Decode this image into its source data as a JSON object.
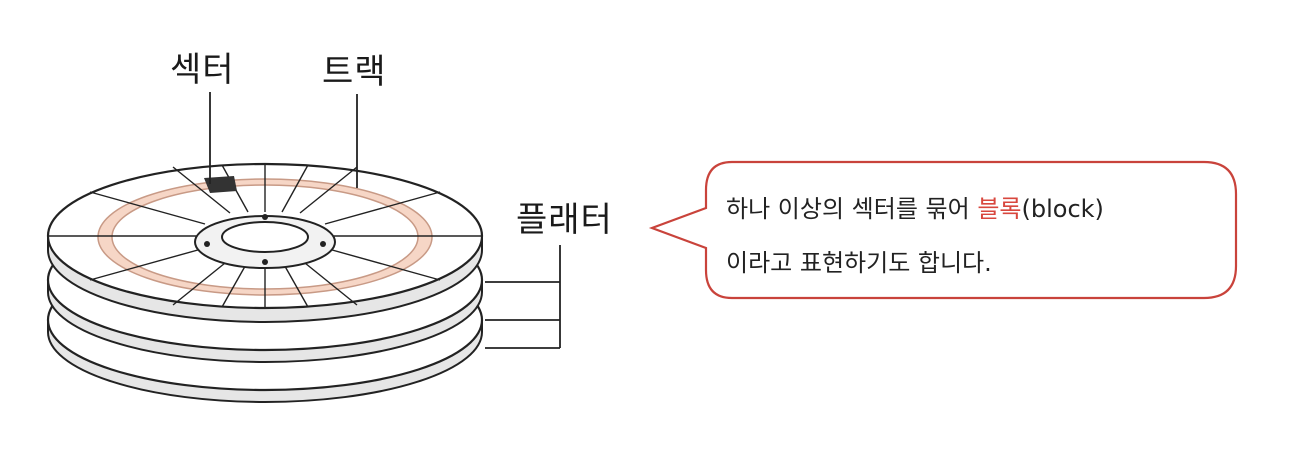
{
  "labels": {
    "sector": "섹터",
    "track": "트랙",
    "platter": "플래터"
  },
  "callout": {
    "line1_before": "하나 이상의 섹터를 묶어 ",
    "line1_highlight": "블록",
    "line1_after": "(block)",
    "line2": "이라고 표현하기도 합니다."
  },
  "colors": {
    "track_fill": "#f6d6c6",
    "track_stroke": "#c89a86",
    "sector_fill": "#333333",
    "highlight": "#d8473e",
    "bubble_border": "#c9433b",
    "ink": "#222222"
  }
}
